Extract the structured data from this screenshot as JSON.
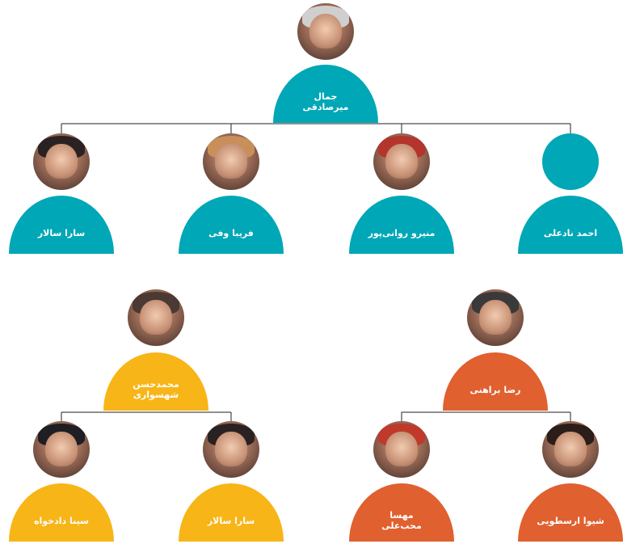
{
  "colors": {
    "teal": "#00a7b6",
    "yellow": "#f7b518",
    "orange": "#e0602f",
    "line": "#222222"
  },
  "top": {
    "root": {
      "name": "جمال\nمیرصادقی"
    },
    "children": [
      {
        "name": "سارا سالار"
      },
      {
        "name": "فریبا وفی"
      },
      {
        "name": "منیرو روانی‌پور"
      },
      {
        "name": "احمد نادعلی"
      }
    ]
  },
  "left_group": {
    "root": {
      "name": "محمدحسن\nشهسواری"
    },
    "children": [
      {
        "name": "سینا دادخواه"
      },
      {
        "name": "سارا سالار"
      }
    ]
  },
  "right_group": {
    "root": {
      "name": "رضا براهنی"
    },
    "children": [
      {
        "name": "مهسا\nمحب‌علی"
      },
      {
        "name": "شیوا ارسطویی"
      }
    ]
  }
}
